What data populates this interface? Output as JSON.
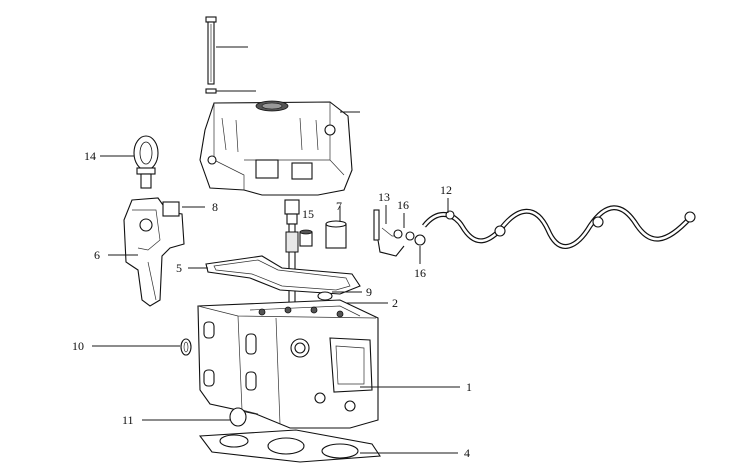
{
  "callouts": {
    "c1": "1",
    "c2": "2",
    "c4": "4",
    "c5": "5",
    "c6": "6",
    "c7": "7",
    "c8": "8",
    "c9": "9",
    "c10": "10",
    "c11": "11",
    "c12": "12",
    "c13": "13",
    "c14": "14",
    "c15": "15",
    "c16a": "16",
    "c16b": "16"
  }
}
